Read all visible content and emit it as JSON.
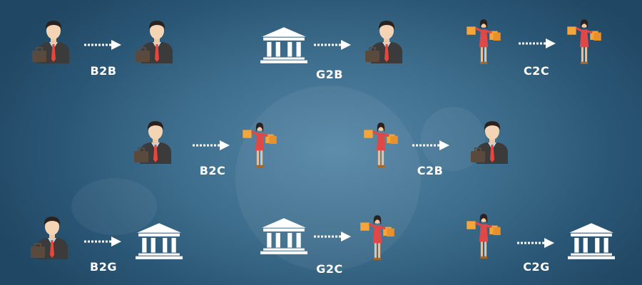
{
  "colors": {
    "background": "#2f5e7e",
    "suit": "#3a3a3a",
    "tie": "#e8463c",
    "dress": "#e04848",
    "bag": "#f5a53a",
    "bank": "#ffffff",
    "text": "#ffffff"
  },
  "transactions": [
    {
      "label": "B2B",
      "from": "businessman",
      "to": "businessman"
    },
    {
      "label": "G2B",
      "from": "bank",
      "to": "businessman"
    },
    {
      "label": "C2C",
      "from": "shopper",
      "to": "shopper"
    },
    {
      "label": "B2C",
      "from": "businessman",
      "to": "shopper"
    },
    {
      "label": "C2B",
      "from": "shopper",
      "to": "businessman"
    },
    {
      "label": "B2G",
      "from": "businessman",
      "to": "bank"
    },
    {
      "label": "G2C",
      "from": "bank",
      "to": "shopper"
    },
    {
      "label": "C2G",
      "from": "shopper",
      "to": "bank"
    }
  ]
}
